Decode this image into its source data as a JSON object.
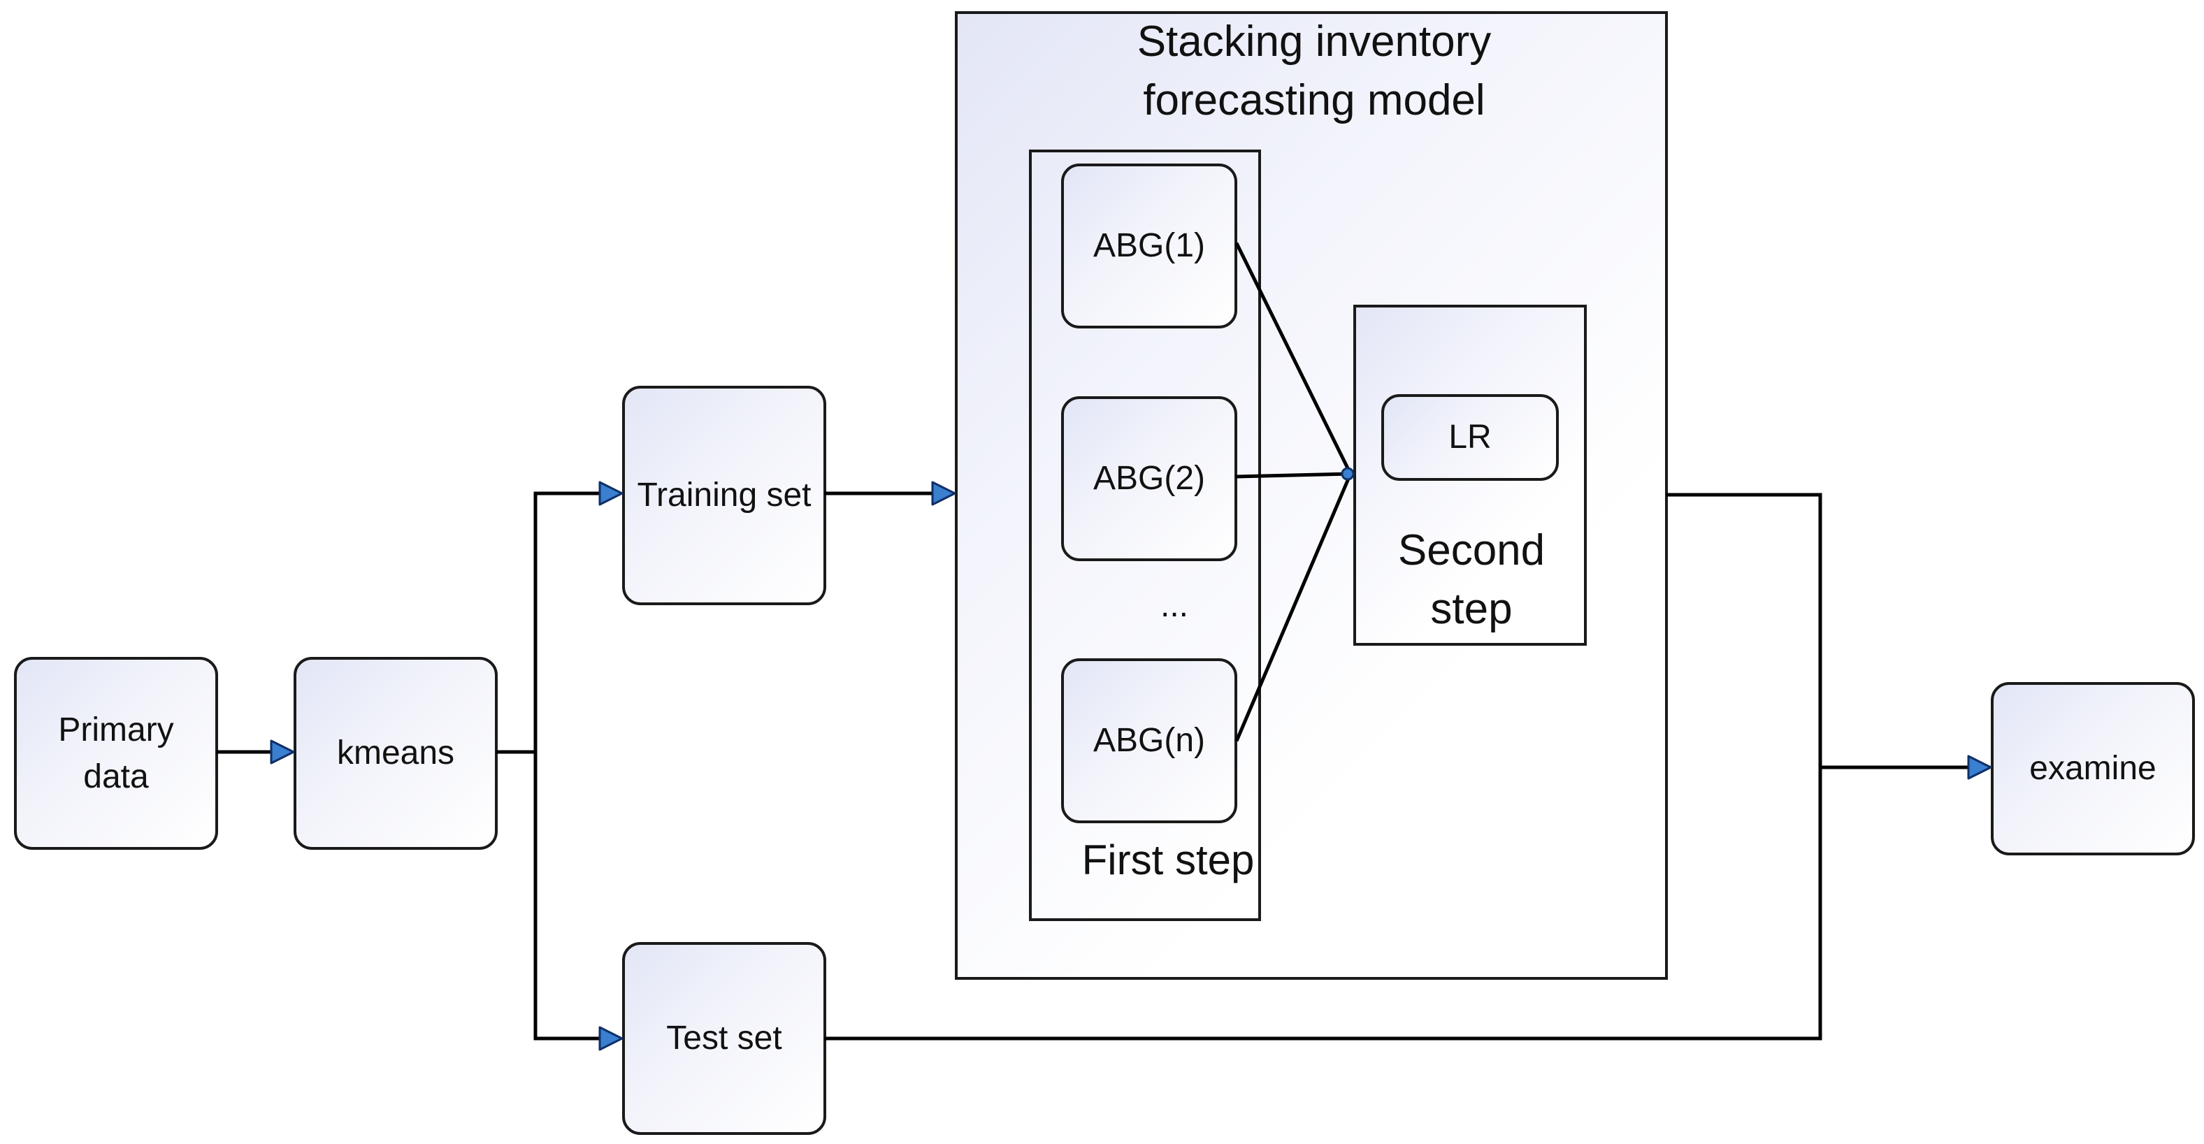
{
  "nodes": {
    "primary_data": "Primary\ndata",
    "kmeans": "kmeans",
    "training_set": "Training set",
    "test_set": "Test set",
    "examine": "examine"
  },
  "stacking_model": {
    "title": "Stacking inventory forecasting model",
    "first_step": {
      "label": "First step",
      "models": [
        "ABG(1)",
        "ABG(2)",
        "...",
        "ABG(n)"
      ]
    },
    "second_step": {
      "label": "Second step",
      "model": "LR"
    }
  },
  "colors": {
    "arrow_fill": "#3a7fd0",
    "line": "#000000"
  }
}
